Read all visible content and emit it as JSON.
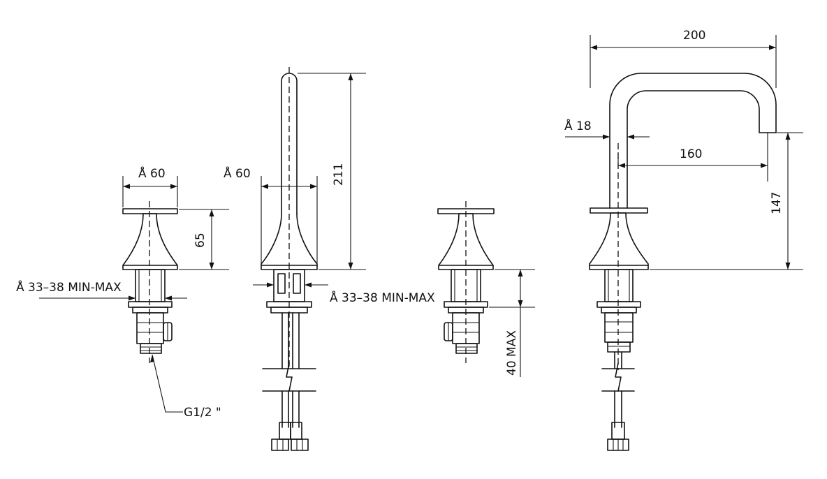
{
  "dimensions": {
    "left_handle_diameter": "Å 60",
    "left_handle_height": "65",
    "left_hole_range": "Å 33–38  MIN-MAX",
    "thread": "G1/2  \"",
    "spout_diameter": "Å 60",
    "spout_height": "211",
    "spout_hole_range": "Å 33–38  MIN-MAX",
    "deck_thickness": "40 MAX",
    "side_width": "200",
    "side_tube_diameter": "Å 18",
    "side_reach": "160",
    "side_height": "147"
  }
}
